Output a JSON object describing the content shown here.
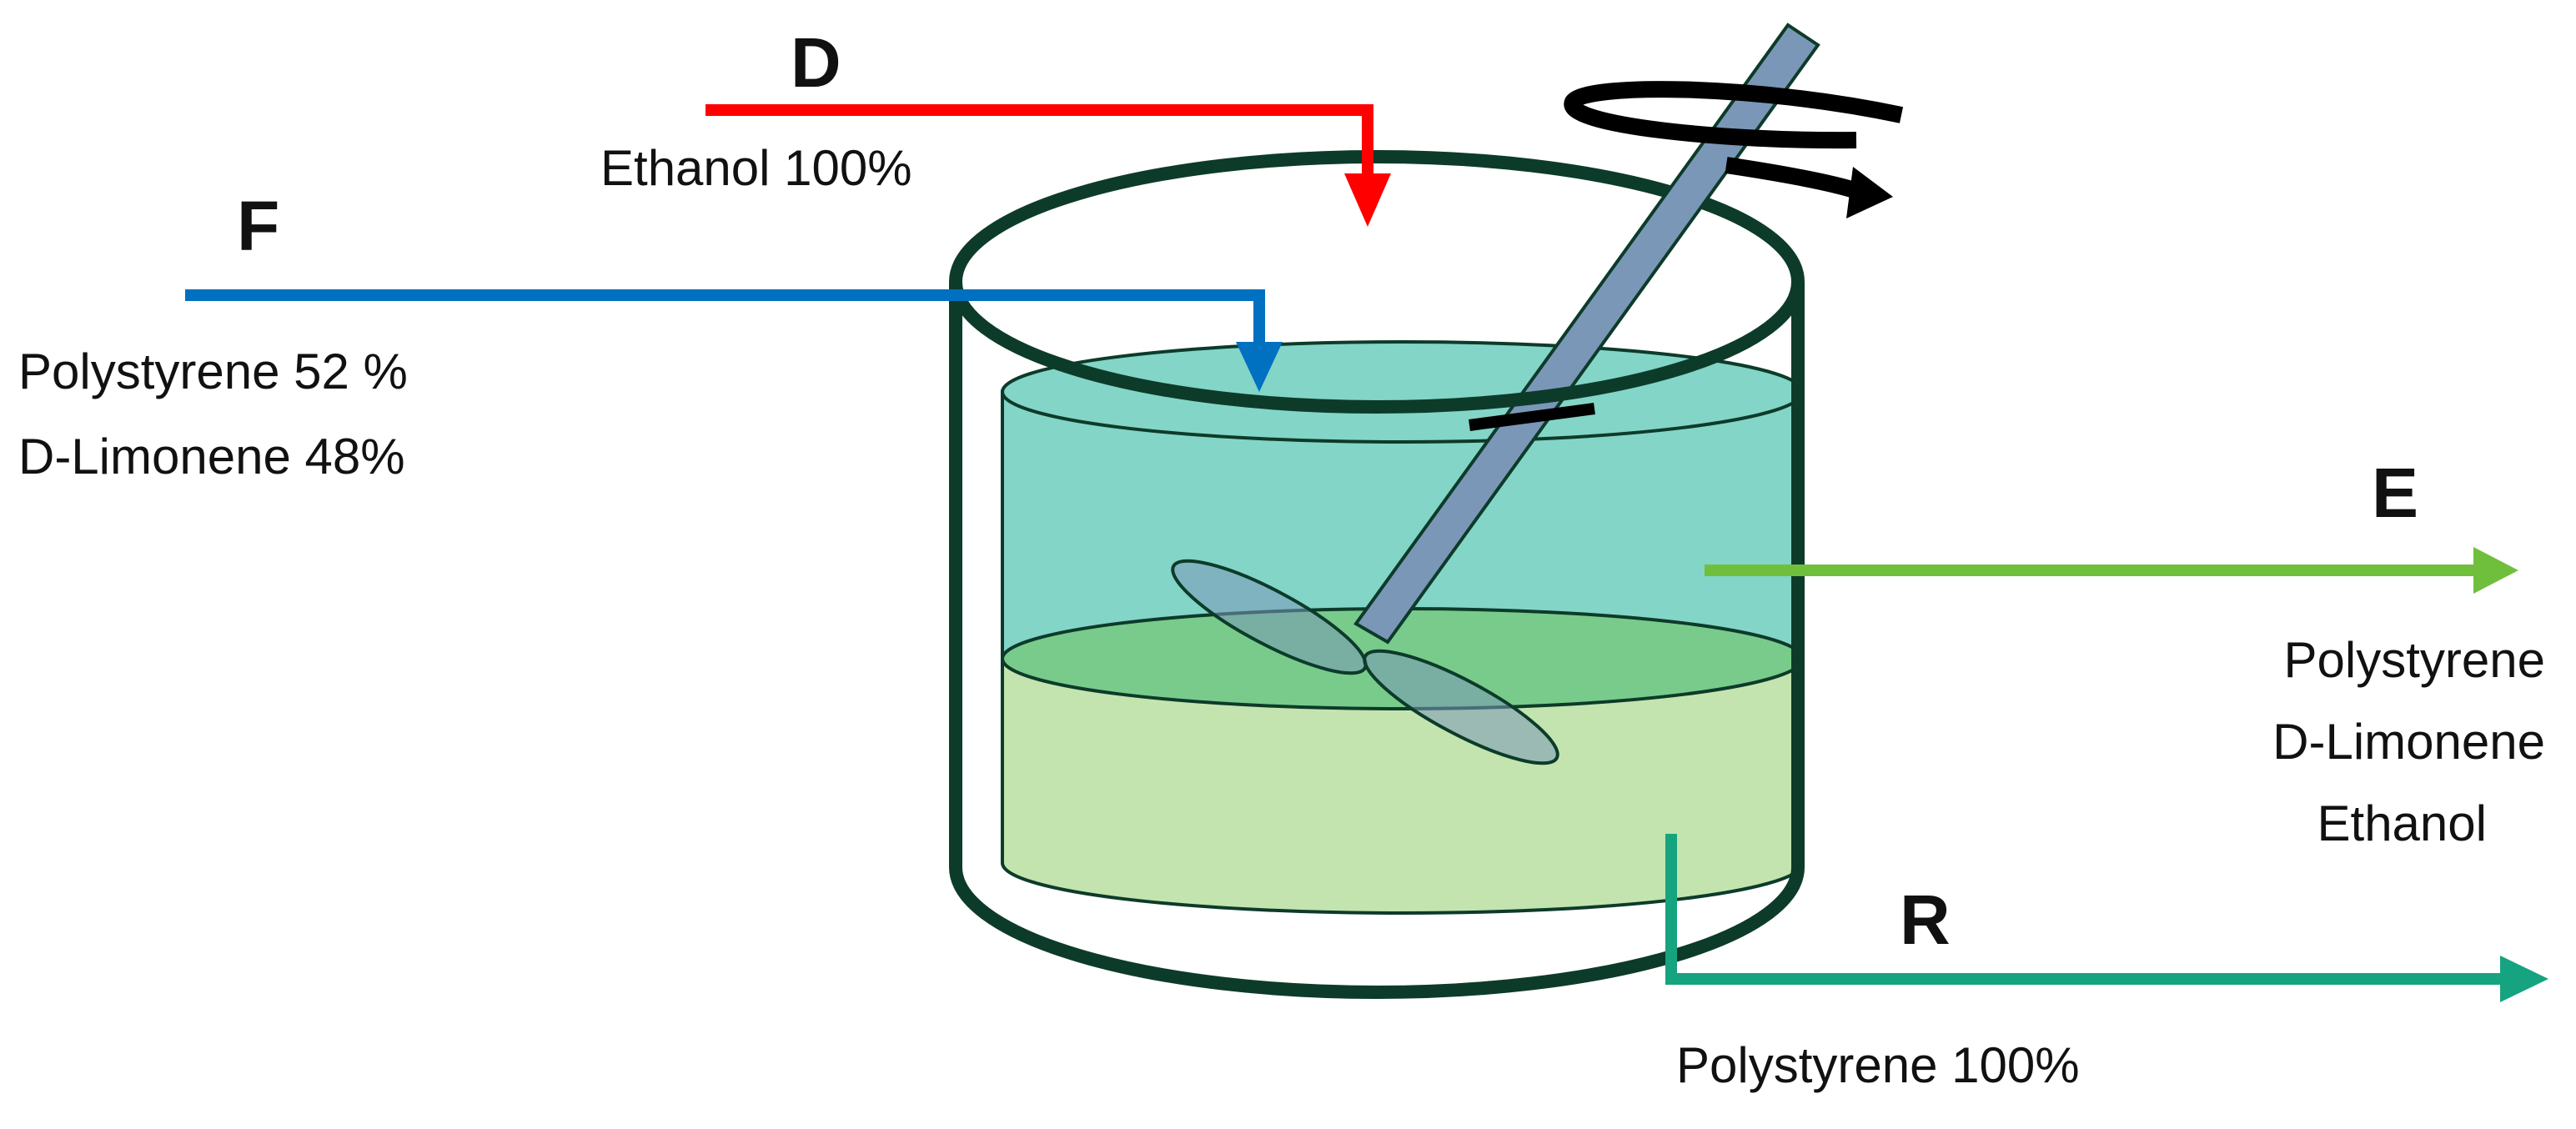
{
  "streams": {
    "feed": {
      "letter": "F",
      "lines": [
        "Polystyrene 52 %",
        "D-Limonene 48%"
      ],
      "color": "#0070C0"
    },
    "solvent": {
      "letter": "D",
      "lines": [
        "Ethanol 100%"
      ],
      "color": "#FF0000"
    },
    "extract": {
      "letter": "E",
      "lines": [
        "Polystyrene",
        "D-Limonene",
        "Ethanol"
      ],
      "color": "#70BF3C"
    },
    "raffinate": {
      "letter": "R",
      "lines": [
        "Polystyrene 100%"
      ],
      "color": "#16A37F"
    }
  },
  "colors": {
    "vessel_outline": "#0D3B2A",
    "upper_liquid": "#83D5C7",
    "lower_liquid": "#C3E4AE",
    "interface": "#79CB8B",
    "stirrer": "#7A97B8",
    "rotation_arrow": "#000000"
  },
  "icons": {
    "stirrer": "stirrer-shaft-icon",
    "rotation": "rotation-arrow-icon"
  }
}
